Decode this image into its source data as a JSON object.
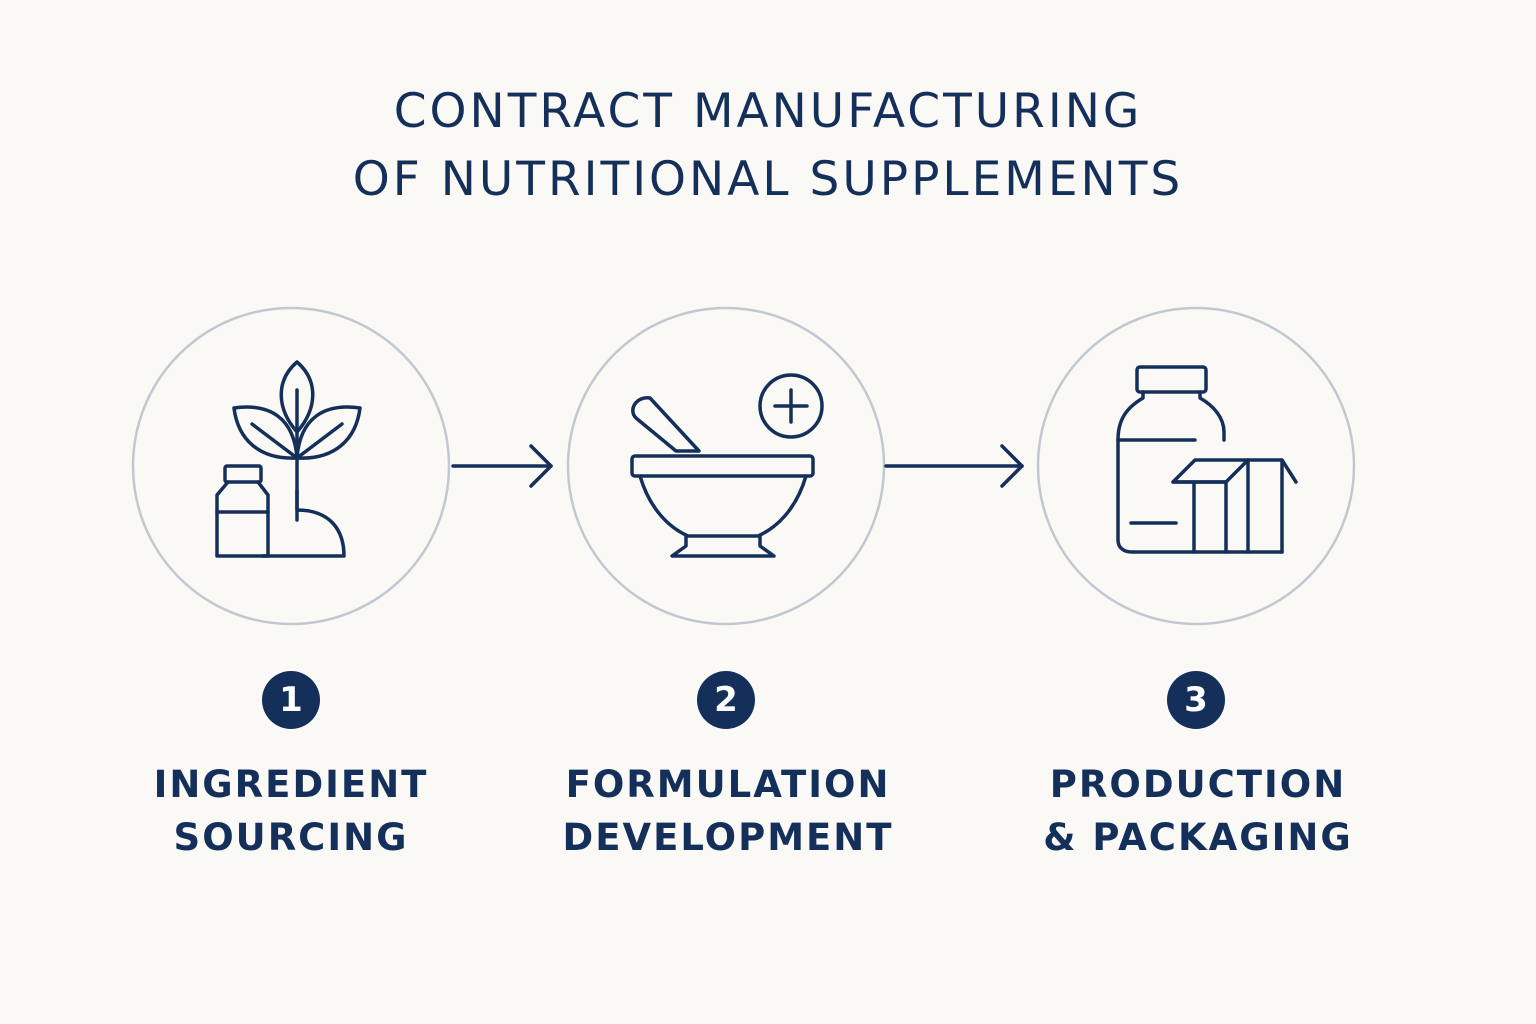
{
  "title": {
    "line1": "CONTRACT MANUFACTURING",
    "line2": "OF NUTRITIONAL SUPPLEMENTS"
  },
  "colors": {
    "background": "#faf9f6",
    "primary": "#14305a",
    "circle_outline": "#c3c8d0"
  },
  "steps": [
    {
      "number": "1",
      "label_line1": "INGREDIENT",
      "label_line2": "SOURCING",
      "icon": "plant-and-bottle-icon"
    },
    {
      "number": "2",
      "label_line1": "FORMULATION",
      "label_line2": "DEVELOPMENT",
      "icon": "mortar-and-pestle-icon"
    },
    {
      "number": "3",
      "label_line1": "PRODUCTION",
      "label_line2": "& PACKAGING",
      "icon": "jar-and-box-icon"
    }
  ],
  "connectors": [
    "arrow-right-icon",
    "arrow-right-icon"
  ]
}
